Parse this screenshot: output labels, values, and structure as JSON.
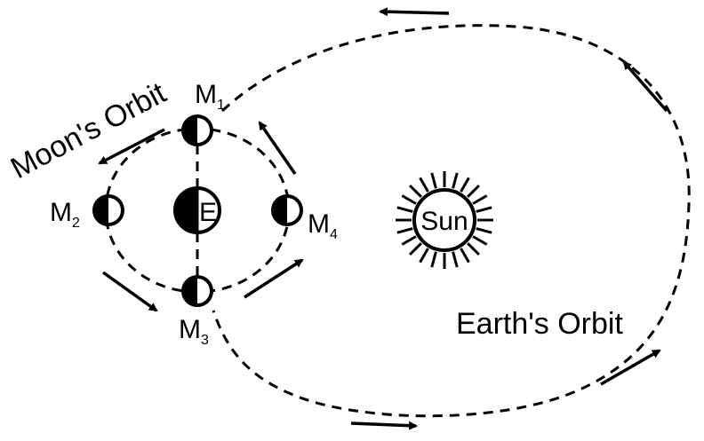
{
  "labels": {
    "moons_orbit": "Moon's Orbit",
    "earths_orbit": "Earth's Orbit",
    "sun": "Sun",
    "earth": "E",
    "m1": "M",
    "m1_sub": "1",
    "m2": "M",
    "m2_sub": "2",
    "m3": "M",
    "m3_sub": "3",
    "m4": "M",
    "m4_sub": "4"
  },
  "colors": {
    "ink": "#000000",
    "paper": "#ffffff"
  }
}
